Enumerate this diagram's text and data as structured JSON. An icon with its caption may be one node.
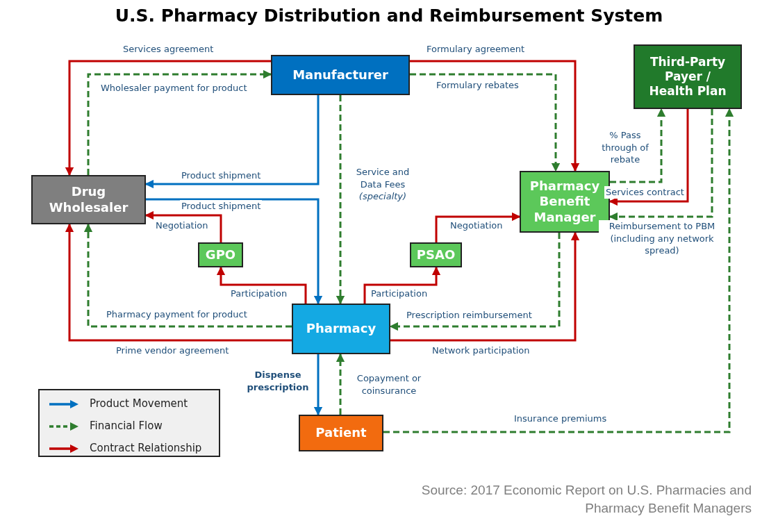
{
  "diagram": {
    "title": "U.S. Pharmacy Distribution and Reimbursement System",
    "nodes": [
      {
        "text": [
          "Manufacturer"
        ]
      },
      {
        "text": [
          "Third-Party Payer / Health Plan"
        ]
      },
      {
        "text": [
          "Drug Wholesaler"
        ]
      },
      {
        "text": [
          "Pharmacy Benefit Manager"
        ]
      },
      {
        "text": [
          "GPO"
        ]
      },
      {
        "text": [
          "PSAO"
        ]
      },
      {
        "text": [
          "Pharmacy"
        ]
      },
      {
        "text": [
          "Patient"
        ]
      }
    ],
    "edges": [
      {
        "from": 0,
        "to": 2,
        "arrow": "to",
        "label": "Services agreement",
        "color": "#c00000"
      },
      {
        "from": 0,
        "to": 3,
        "arrow": "to",
        "label": "Formulary agreement",
        "color": "#c00000"
      },
      {
        "from": 1,
        "to": 3,
        "arrow": "to",
        "label": "Services contract",
        "color": "#c00000"
      },
      {
        "from": 4,
        "to": 2,
        "arrow": "to",
        "label": "Negotiation",
        "color": "#c00000"
      },
      {
        "from": 6,
        "to": 4,
        "arrow": "to",
        "label": "Participation",
        "color": "#c00000"
      },
      {
        "from": 6,
        "to": 5,
        "arrow": "to",
        "label": "Participation",
        "color": "#c00000"
      },
      {
        "from": 5,
        "to": 3,
        "arrow": "to",
        "label": "Negotiation",
        "color": "#c00000"
      },
      {
        "from": 6,
        "to": 2,
        "arrow": "to",
        "label": "Prime vendor agreement",
        "color": "#c00000"
      },
      {
        "from": 6,
        "to": 3,
        "arrow": "to",
        "label": "Network participation",
        "color": "#c00000"
      },
      {
        "from": 2,
        "to": 0,
        "arrow": "to",
        "label": "Wholesaler payment for product",
        "style": "dashed",
        "color": "#2e7d2e"
      },
      {
        "from": 0,
        "to": 3,
        "arrow": "to",
        "label": "Formulary rebates",
        "style": "dashed",
        "color": "#2e7d2e"
      },
      {
        "from": 0,
        "to": 6,
        "arrow": "to",
        "label": "Service and Data Fees *(specialty)*",
        "style": "dashed",
        "color": "#2e7d2e"
      },
      {
        "from": 3,
        "to": 1,
        "arrow": "to",
        "label": "% Pass through of rebate",
        "style": "dashed",
        "color": "#2e7d2e"
      },
      {
        "from": 1,
        "to": 3,
        "arrow": "to",
        "label": "Reimbursement to PBM (including any network spread)",
        "style": "dashed",
        "color": "#2e7d2e"
      },
      {
        "from": 6,
        "to": 2,
        "arrow": "to",
        "label": "Pharmacy payment for product",
        "style": "dashed",
        "color": "#2e7d2e"
      },
      {
        "from": 3,
        "to": 6,
        "arrow": "to",
        "label": "Prescription reimbursement",
        "style": "dashed",
        "color": "#2e7d2e"
      },
      {
        "from": 7,
        "to": 6,
        "arrow": "to",
        "label": "Copayment or coinsurance",
        "style": "dashed",
        "color": "#2e7d2e"
      },
      {
        "from": 7,
        "to": 1,
        "arrow": "to",
        "label": "Insurance premiums",
        "style": "dashed",
        "color": "#2e7d2e"
      },
      {
        "from": 0,
        "to": 2,
        "arrow": "to",
        "label": "Product shipment",
        "color": "#0070c0"
      },
      {
        "from": 2,
        "to": 6,
        "arrow": "to",
        "label": "Product shipment",
        "color": "#0070c0"
      },
      {
        "from": 6,
        "to": 7,
        "arrow": "to",
        "label": "Dispense prescription",
        "color": "#0070c0"
      }
    ],
    "labels": [
      "Source: 2017 Economic Report on U.S. Pharmacies and Pharmacy Benefit Managers"
    ],
    "legend": [
      {
        "text": "Product Movement"
      },
      {
        "text": "Financial Flow"
      },
      {
        "text": "Contract Relationship"
      }
    ]
  }
}
